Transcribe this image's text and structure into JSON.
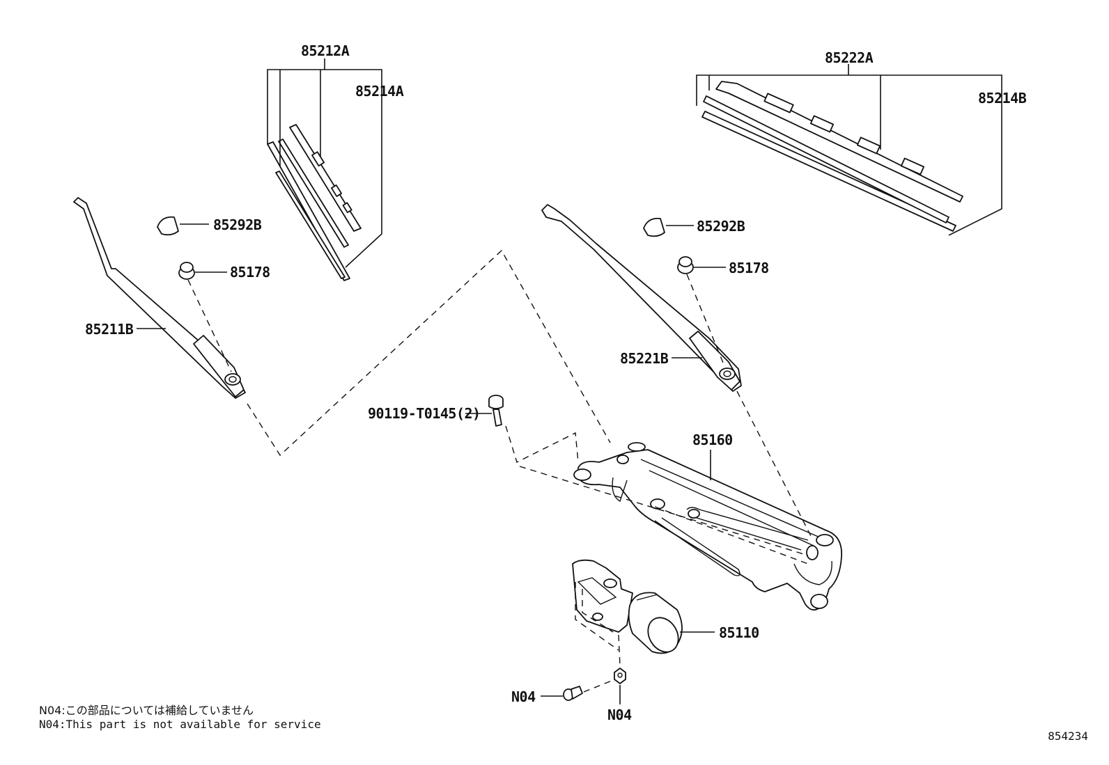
{
  "parts": {
    "p85212A": "85212A",
    "p85214A": "85214A",
    "p85222A": "85222A",
    "p85214B": "85214B",
    "p85292B_left": "85292B",
    "p85292B_right": "85292B",
    "p85178_left": "85178",
    "p85178_right": "85178",
    "p85211B": "85211B",
    "p85221B": "85221B",
    "p90119": "90119-T0145(2)",
    "p85160": "85160",
    "p85110": "85110",
    "pN04_left": "N04",
    "pN04_bottom": "N04"
  },
  "notes": {
    "jp": "N04:この部品については補給していません",
    "en": "N04:This part is not available for service"
  },
  "diagram_id": "854234",
  "colors": {
    "ink": "#111111",
    "paper": "#ffffff"
  }
}
